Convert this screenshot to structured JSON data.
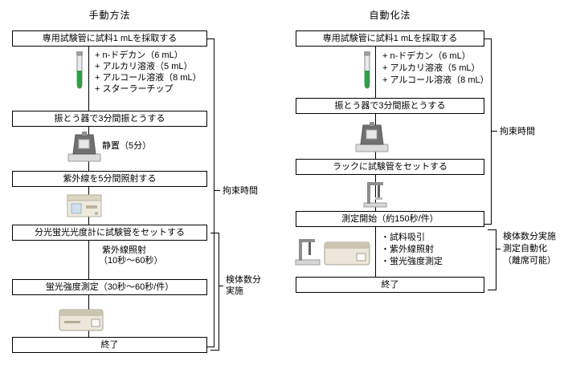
{
  "manual": {
    "title": "手動方法",
    "steps": {
      "collect": "専用試験管に試料1 mLを採取する",
      "shake": "振とう器で3分間振とうする",
      "uv": "紫外線を5分間照射する",
      "set": "分光蛍光光度計に試験管をセットする",
      "measure": "蛍光強度測定（30秒～60秒/件）",
      "end": "終了"
    },
    "additives": [
      "+ n-ドデカン（6 mL）",
      "+ アルカリ溶液（5 mL）",
      "+ アルコール溶液（8 mL）",
      "+ スターラーチップ"
    ],
    "notes": {
      "rest": "静置（5分）",
      "uv_line1": "紫外線照射",
      "uv_line2": "（10秒～60秒）"
    },
    "brackets": {
      "restraint": "拘束時間",
      "per_sample_line1": "検体数分",
      "per_sample_line2": "実施"
    }
  },
  "auto": {
    "title": "自動化法",
    "steps": {
      "collect": "専用試験管に試料1 mLを採取する",
      "shake": "振とう器で3分間振とうする",
      "rack": "ラックに試験管をセットする",
      "start": "測定開始（約150秒/件）",
      "end": "終了"
    },
    "additives": [
      "+ n-ドデカン（6 mL）",
      "+ アルカリ溶液（5 mL）",
      "+ アルコール溶液（8 mL）"
    ],
    "substeps": [
      "・試料吸引",
      "・紫外線照射",
      "・蛍光強度測定"
    ],
    "brackets": {
      "restraint": "拘束時間",
      "auto_line1": "検体数分実施",
      "auto_line2": "測定自動化",
      "auto_line3": "（離席可能）"
    }
  }
}
